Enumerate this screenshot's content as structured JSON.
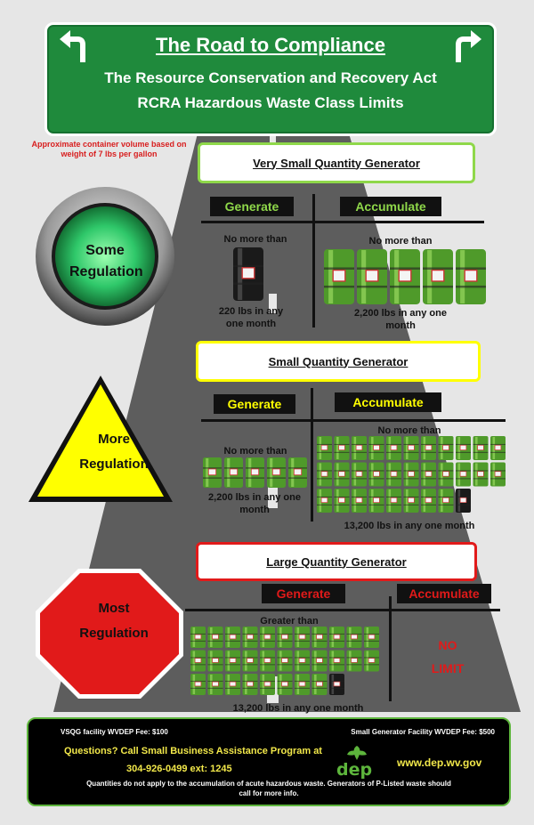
{
  "header": {
    "title": "The Road to Compliance",
    "subtitle1": "The Resource Conservation and Recovery Act",
    "subtitle2": "RCRA Hazardous Waste Class Limits"
  },
  "note": "Approximate container volume based on weight of 7 lbs per gallon",
  "tiers": [
    {
      "name": "Very  Small Quantity Generator",
      "regulation": [
        "Some",
        "Regulation"
      ],
      "generate_label": "Generate",
      "accumulate_label": "Accumulate",
      "generate_qualifier": "No more than",
      "generate_amount": [
        "220 lbs in any",
        "one month"
      ],
      "accumulate_qualifier": "No more than",
      "accumulate_amount": [
        "2,200 lbs in any one",
        "month"
      ]
    },
    {
      "name": "Small Quantity Generator",
      "regulation": [
        "More",
        "Regulation"
      ],
      "generate_label": "Generate",
      "accumulate_label": "Accumulate",
      "generate_qualifier": "No more than",
      "generate_amount": [
        "2,200 lbs in any one",
        "month"
      ],
      "accumulate_qualifier": "No more than",
      "accumulate_amount": [
        "13,200 lbs in any one month"
      ]
    },
    {
      "name": "Large Quantity Generator",
      "regulation": [
        "Most",
        "Regulation"
      ],
      "generate_label": "Generate",
      "accumulate_label": "Accumulate",
      "generate_qualifier": "Greater than",
      "generate_amount": [
        "13,200 lbs in any one month"
      ],
      "accumulate_limit": [
        "NO",
        "LIMIT"
      ]
    }
  ],
  "footer": {
    "fee_vsqg": "VSQG facility WVDEP Fee: $100",
    "fee_small": "Small Generator Facility WVDEP Fee: $500",
    "questions": "Questions? Call Small Business Assistance Program at",
    "phone": "304-926-0499  ext: 1245",
    "logo_text": "dep",
    "website": "www.dep.wv.gov",
    "disclaimer1": "Quantities do not apply to the accumulation of acute hazardous waste. Generators of P-Listed waste should",
    "disclaimer2": "call for more info."
  },
  "colors": {
    "sign_green": "#1f8a3c",
    "drum_green": "#4f9a2a",
    "light_green": "#8fd84a",
    "yellow": "#ffff00",
    "red": "#e11a1a",
    "road_gray": "#5d5d5d"
  },
  "icons": [
    "turn-left-arrow-icon",
    "turn-right-arrow-icon",
    "green-light-icon",
    "yield-triangle-icon",
    "stop-sign-icon",
    "drum-icon",
    "leaf-icon"
  ]
}
